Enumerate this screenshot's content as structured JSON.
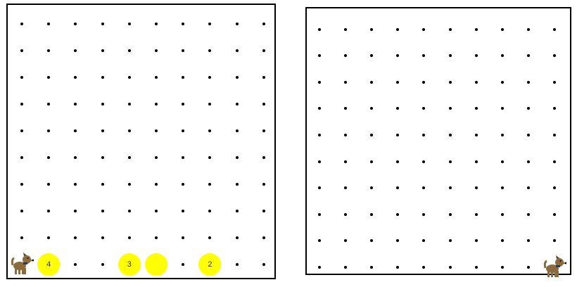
{
  "colors": {
    "grid_dot": "#000000",
    "world_border": "#000000",
    "beeper": "#ffff00",
    "robot_body": "#8b6a3e",
    "robot_collar": "#1a3a8a"
  },
  "left_world": {
    "grid": {
      "columns": 10,
      "rows": 10
    },
    "robot": {
      "icon": "dog-robot-icon",
      "column": 1,
      "row": 1,
      "facing": "east"
    },
    "beepers": [
      {
        "column": 2,
        "row": 1,
        "count": "4"
      },
      {
        "column": 5,
        "row": 1,
        "count": "3"
      },
      {
        "column": 6,
        "row": 1,
        "count": ""
      },
      {
        "column": 8,
        "row": 1,
        "count": "2"
      }
    ]
  },
  "right_world": {
    "grid": {
      "columns": 10,
      "rows": 10
    },
    "robot": {
      "icon": "dog-robot-icon",
      "column": 10,
      "row": 1,
      "facing": "east"
    },
    "beepers": []
  }
}
